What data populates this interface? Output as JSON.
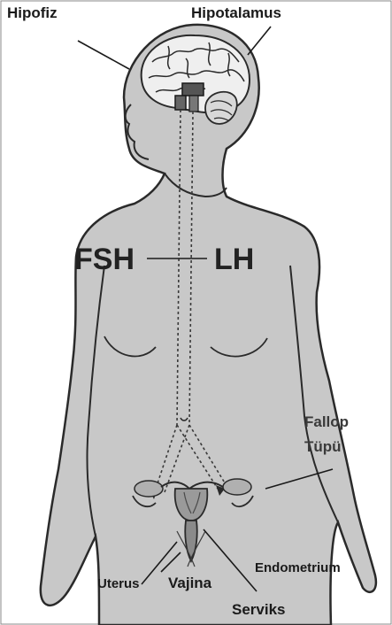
{
  "labels": {
    "hipofiz": "Hipofiz",
    "hipotalamus": "Hipotalamus",
    "fsh": "FSH",
    "lh": "LH",
    "fallop_line1": "Fallop",
    "fallop_line2": "Tüpü",
    "endometrium": "Endometrium",
    "uterus": "Uterus",
    "vajina": "Vajina",
    "serviks": "Serviks"
  },
  "colors": {
    "body_fill": "#c8c8c8",
    "outline": "#2a2a2a",
    "brain_fill": "#efefef",
    "label_text": "#1a1a1a"
  }
}
